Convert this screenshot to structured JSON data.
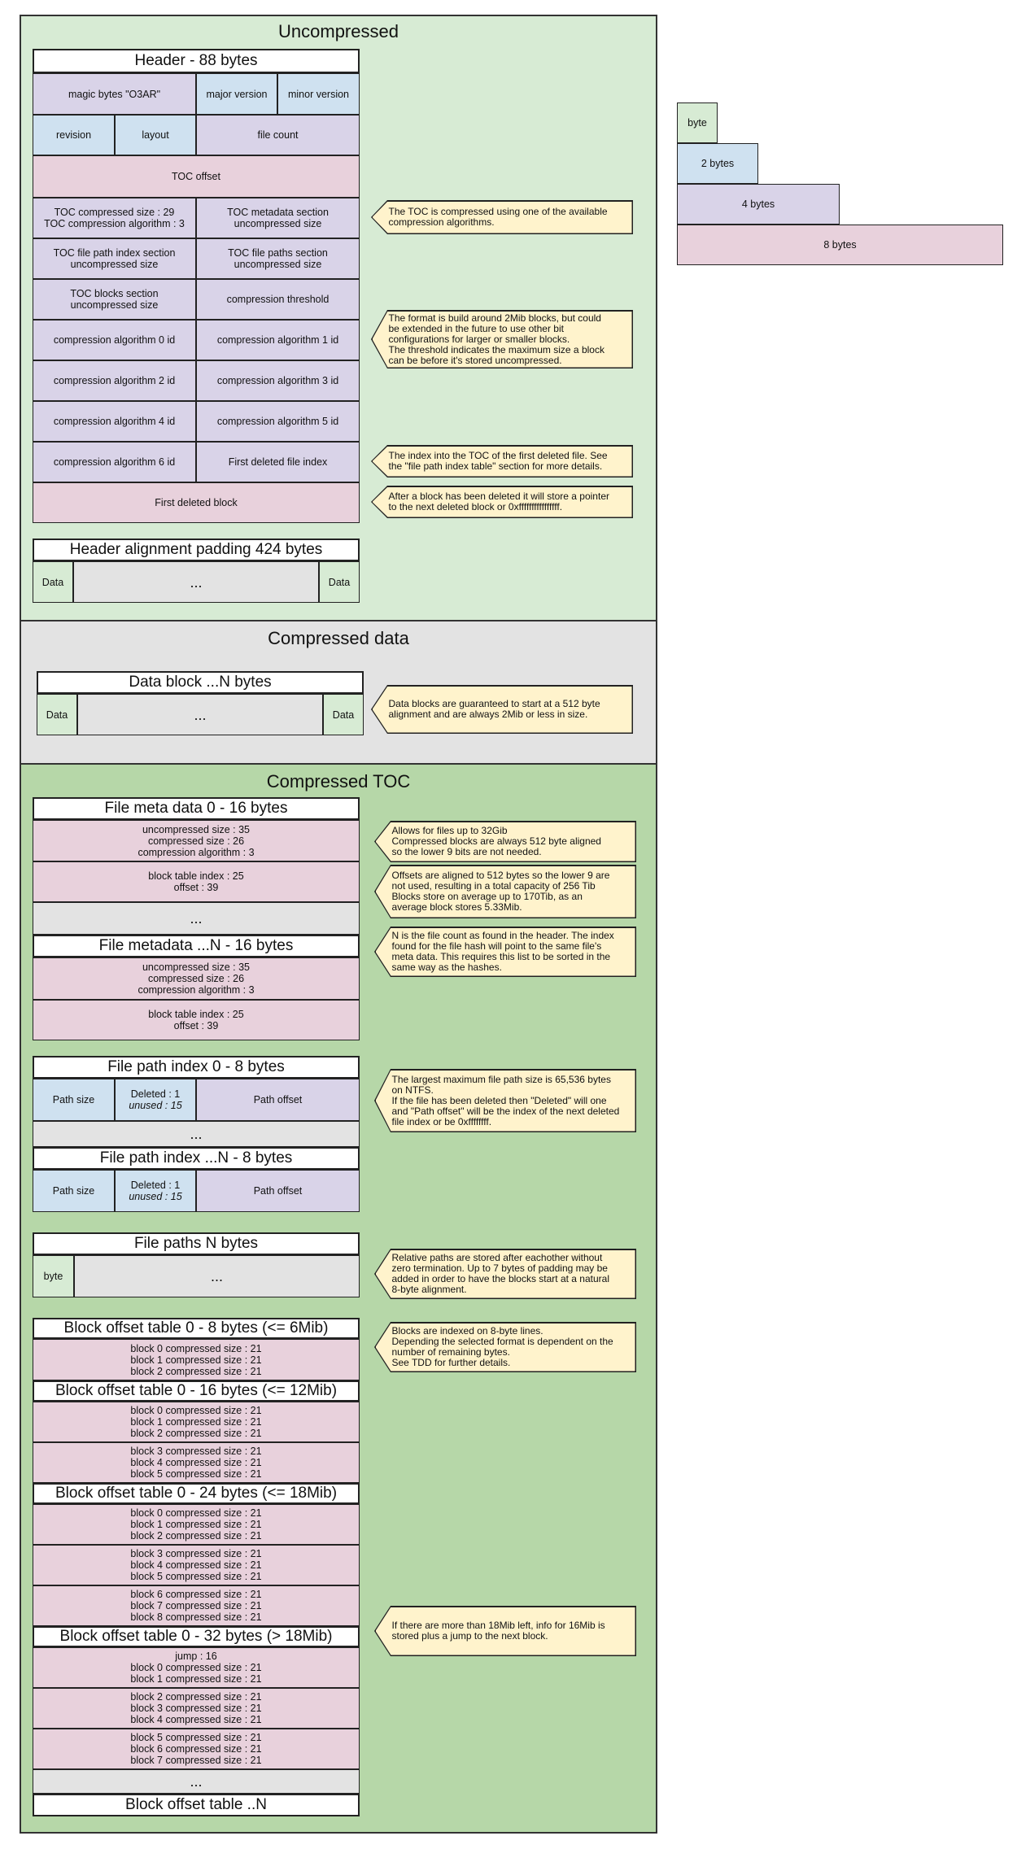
{
  "sections": {
    "uncompressed": "Uncompressed",
    "compressed_data": "Compressed data",
    "compressed_toc": "Compressed TOC"
  },
  "header": {
    "title": "Header - 88 bytes",
    "magic": "magic bytes \"O3AR\"",
    "major": "major version",
    "minor": "minor version",
    "revision": "revision",
    "layout": "layout",
    "file_count": "file count",
    "toc_offset": "TOC offset",
    "toc_comp_size": "TOC compressed size : 29\nTOC compression algorithm : 3",
    "toc_meta_size": "TOC metadata section\nuncompressed size",
    "toc_fpi_size": "TOC file path index section\nuncompressed size",
    "toc_fp_size": "TOC file paths section\nuncompressed size",
    "toc_blocks_size": "TOC blocks section\nuncompressed size",
    "comp_threshold": "compression threshold",
    "alg0": "compression algorithm 0 id",
    "alg1": "compression algorithm 1 id",
    "alg2": "compression algorithm 2 id",
    "alg3": "compression algorithm 3 id",
    "alg4": "compression algorithm 4 id",
    "alg5": "compression algorithm 5 id",
    "alg6": "compression algorithm 6 id",
    "first_deleted_file": "First deleted file index",
    "first_deleted_block": "First deleted block"
  },
  "padding": {
    "title": "Header alignment padding 424 bytes",
    "data": "Data",
    "dots": "..."
  },
  "data_block": {
    "title": "Data block ...N bytes",
    "data": "Data",
    "dots": "..."
  },
  "file_meta": {
    "title0": "File meta data 0 - 16 bytes",
    "titleN": "File metadata ...N - 16 bytes",
    "sizes": "uncompressed size : 35\ncompressed size : 26\ncompression algorithm : 3",
    "block": "block table index : 25\noffset : 39",
    "dots": "..."
  },
  "path_index": {
    "title0": "File path index 0 - 8 bytes",
    "titleN": "File path index ...N - 8 bytes",
    "path_size": "Path size",
    "deleted": "Deleted : 1",
    "unused": "unused : 15",
    "path_offset": "Path offset",
    "dots": "..."
  },
  "file_paths": {
    "title": "File paths N bytes",
    "byte": "byte",
    "dots": "..."
  },
  "block_tables": {
    "t6": "Block offset table 0 - 8 bytes (<= 6Mib)",
    "t12": "Block offset table 0 - 16 bytes (<= 12Mib)",
    "t18": "Block offset table 0 - 24 bytes (<= 18Mib)",
    "t32": "Block offset table 0 - 32 bytes (> 18Mib)",
    "tN": "Block offset table ..N",
    "r012": "block 0 compressed size : 21\nblock 1 compressed size : 21\nblock 2 compressed size : 21",
    "r345": "block 3 compressed size : 21\nblock 4 compressed size : 21\nblock 5 compressed size : 21",
    "r678": "block 6 compressed size : 21\nblock 7 compressed size : 21\nblock 8 compressed size : 21",
    "jump": "jump : 16\nblock 0 compressed size : 21\nblock 1 compressed size : 21",
    "r234": "block 2 compressed size : 21\nblock 3 compressed size : 21\nblock 4 compressed size : 21",
    "r567": "block 5 compressed size : 21\nblock 6 compressed size : 21\nblock 7 compressed size : 21",
    "dots": "..."
  },
  "notes": {
    "toc": "The TOC is compressed using one of the available\ncompression algorithms.",
    "blocks": "The format is build around 2Mib blocks, but could\nbe extended in the future to use other bit\nconfigurations for larger or smaller blocks.\nThe threshold indicates the maximum size a block\ncan be before it's stored uncompressed.",
    "deleted_file": "The index into the TOC of the first deleted file. See\nthe \"file path index table\" section for more details.",
    "deleted_block": "After a block has been deleted it will store a pointer\nto the next deleted block or 0xffffffffffffffff.",
    "data_blocks": "Data blocks are guaranteed to start at a 512 byte\nalignment and are always 2Mib or less in size.",
    "files": "Allows for files up to 32Gib\nCompressed blocks are always 512 byte aligned\nso the lower 9 bits are not needed.",
    "offsets": "Offsets are aligned to 512 bytes so the lower 9 are\nnot used, resulting in a total capacity of 256 Tib\nBlocks store on average up to 170Tib, as an\naverage block stores 5.33Mib.",
    "filecount": "N is the file count as found in the header. The index\nfound for the file hash will point to the same file's\nmeta data. This requires this list to be sorted in the\nsame way as the hashes.",
    "paths": "The largest maximum file path size is 65,536 bytes\non NTFS.\nIf the file has been deleted then \"Deleted\" will one\nand \"Path offset\" will be the index of the next deleted\nfile index or be 0xffffffff.",
    "relpaths": "Relative paths are stored after eachother without\nzero termination. Up to 7 bytes of padding may be\nadded in order to have the blocks start at a natural\n8-byte alignment.",
    "indexed": "Blocks are indexed on 8-byte lines.\nDepending the selected format is dependent on the\nnumber of remaining bytes.\nSee TDD for further details.",
    "more18": "If there are more than 18Mib left, info for 16Mib is\nstored plus a jump to the next block."
  },
  "legend": {
    "byte": "byte",
    "b2": "2 bytes",
    "b4": "4 bytes",
    "b8": "8 bytes"
  },
  "colors": {
    "pink": "#e8d1dc",
    "lavender": "#d9d3e8",
    "blue": "#cfe1f0",
    "green": "#d7ebd4",
    "gray": "#e3e3e3",
    "note": "#fff3cc"
  }
}
